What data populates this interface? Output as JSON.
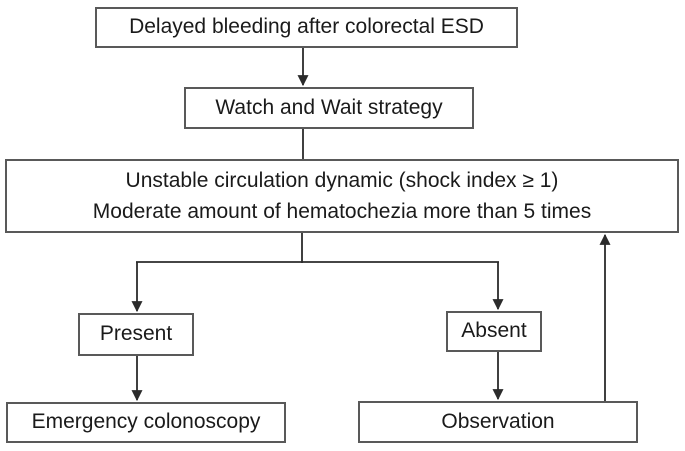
{
  "diagram": {
    "type": "flowchart",
    "nodes": {
      "delayed_bleeding": {
        "label": "Delayed bleeding after colorectal ESD"
      },
      "watch_and_wait": {
        "label": "Watch and Wait strategy"
      },
      "assessment": {
        "line1": "Unstable circulation dynamic (shock index ≥ 1)",
        "line2": "Moderate amount of hematochezia more than 5 times"
      },
      "present": {
        "label": "Present"
      },
      "absent": {
        "label": "Absent"
      },
      "emergency_colonoscopy": {
        "label": "Emergency colonoscopy"
      },
      "observation": {
        "label": "Observation"
      }
    },
    "edges": [
      {
        "from": "delayed_bleeding",
        "to": "watch_and_wait",
        "arrow": true
      },
      {
        "from": "watch_and_wait",
        "to": "assessment",
        "arrow": false
      },
      {
        "from": "assessment",
        "to": "present",
        "arrow": true
      },
      {
        "from": "assessment",
        "to": "absent",
        "arrow": true
      },
      {
        "from": "present",
        "to": "emergency_colonoscopy",
        "arrow": true
      },
      {
        "from": "absent",
        "to": "observation",
        "arrow": true
      },
      {
        "from": "observation",
        "to": "assessment",
        "arrow": true
      }
    ],
    "colors": {
      "box_border": "#595959",
      "connector": "#2b2b2b",
      "text": "#1a1a1a",
      "background": "#ffffff"
    }
  }
}
